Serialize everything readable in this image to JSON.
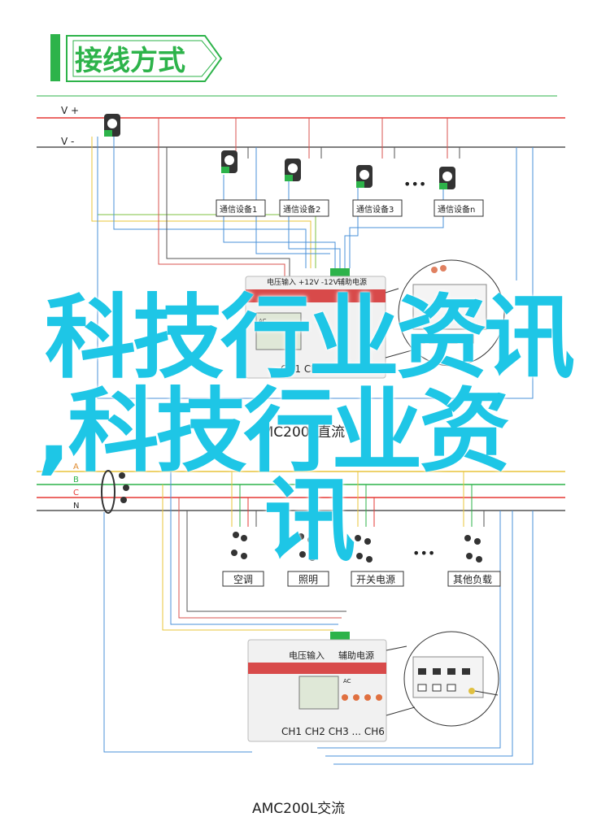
{
  "header": {
    "title": "接线方式"
  },
  "dc_section": {
    "rails": [
      "V +",
      "V -"
    ],
    "devices": [
      "通信设备1",
      "通信设备2",
      "通信设备3",
      "通信设备n"
    ],
    "ellipsis": "•••",
    "meter_power": "电压输入 +12V -12V",
    "meter_aux": "辅助电源",
    "meter_channels": "CH1 CH2 CH3 ... CH6",
    "caption": "AMC200L直流",
    "panel_code": "AC"
  },
  "ac_section": {
    "rails": [
      "A",
      "B",
      "C",
      "N"
    ],
    "loads": [
      "空调",
      "照明",
      "开关电源",
      "其他负载"
    ],
    "ellipsis": "•••",
    "meter_power": "电压输入",
    "meter_aux": "辅助电源",
    "meter_channels": "CH1 CH2 CH3 ... CH6",
    "caption": "AMC200L交流",
    "panel_code": "AC"
  },
  "overlay": {
    "line1": "科技行业资讯",
    "line2": ",科技行业资",
    "line3": "讯"
  },
  "colors": {
    "accent_green": "#2db34a",
    "rail_red": "#e53935",
    "rail_gray": "#555555",
    "wire_yellow": "#e8c43a",
    "wire_green": "#7fc241",
    "wire_blue": "#4a90d9",
    "wire_red": "#d9534f",
    "overlay_cyan": "#1ec6e6"
  }
}
